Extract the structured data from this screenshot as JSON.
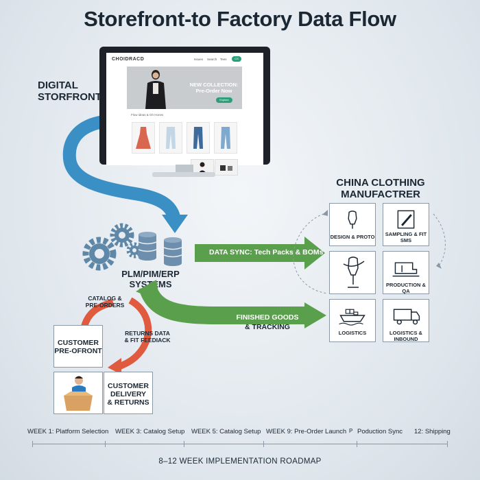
{
  "title": "Storefront-to Factory Data Flow",
  "storefront": {
    "label_line1": "DIGITAL",
    "label_line2": "STORFRONT",
    "brand": "CHOIDRACD",
    "nav": [
      "Issues",
      "Search",
      "Tees"
    ],
    "nav_button": "CS",
    "hero_line1": "NEW COLLECTION:",
    "hero_line2": "Pre-Order Now",
    "hero_button": "Explore",
    "category_label": "Flow ideas & Gh Hones"
  },
  "systems": {
    "line1": "PLM/PIM/ERP",
    "line2": "SYSTEMS"
  },
  "flows": {
    "data_sync": "DATA SYNC: Tech Packs & BOMs",
    "finished_line1": "FINISHED GOODS",
    "finished_line2": "& TRACKING",
    "catalog_line1": "CATALOG &",
    "catalog_line2": "PRE-ORDERS",
    "returns_line1": "RETURNS DATA",
    "returns_line2": "& FIT FEEDIACK"
  },
  "manufacturer": {
    "label_line1": "CHINA CLOTHING",
    "label_line2": "MANUFACTRER",
    "boxes": [
      {
        "line1": "DESIGN & PROTO",
        "line2": "",
        "icon": "dress-form-icon"
      },
      {
        "line1": "SAMPLING & FIT",
        "line2": "SMS",
        "icon": "pencil-ruler-icon"
      },
      {
        "line1": "",
        "line2": "",
        "icon": "mannequin-tape-icon"
      },
      {
        "line1": "PRODUCTION & QA",
        "line2": "",
        "icon": "sewing-machine-icon"
      },
      {
        "line1": "LOGISTICS",
        "line2": "",
        "icon": "ship-icon"
      },
      {
        "line1": "LOGISTICS & INBOUND",
        "line2": "",
        "icon": "truck-icon"
      }
    ]
  },
  "customer": {
    "preorder_line1": "CUSTOMER",
    "preorder_line2": "PRE-OFRONT",
    "delivery_line1": "CUSTOMER",
    "delivery_line2": "DELIVERY",
    "delivery_line3": "& RETURNS"
  },
  "timeline": {
    "items": [
      "WEEK 1: Platform Selection",
      "WEEK 3: Catalog Setup",
      "WEEK 5: Catalog Setup",
      "WEEK 9: Pre-Order Launch",
      "Poduction Sync",
      "12: Shipping"
    ],
    "prefix_glyph": "P",
    "footer": "8–12 WEEK IMPLEMENTATION ROADMAP"
  },
  "colors": {
    "blue_arrow": "#3a8fc4",
    "green_arrow": "#5aa04c",
    "red_arrow": "#e05a3f",
    "gear": "#5f87a8",
    "db": "#6d8fad",
    "accent": "#2aa07a"
  }
}
